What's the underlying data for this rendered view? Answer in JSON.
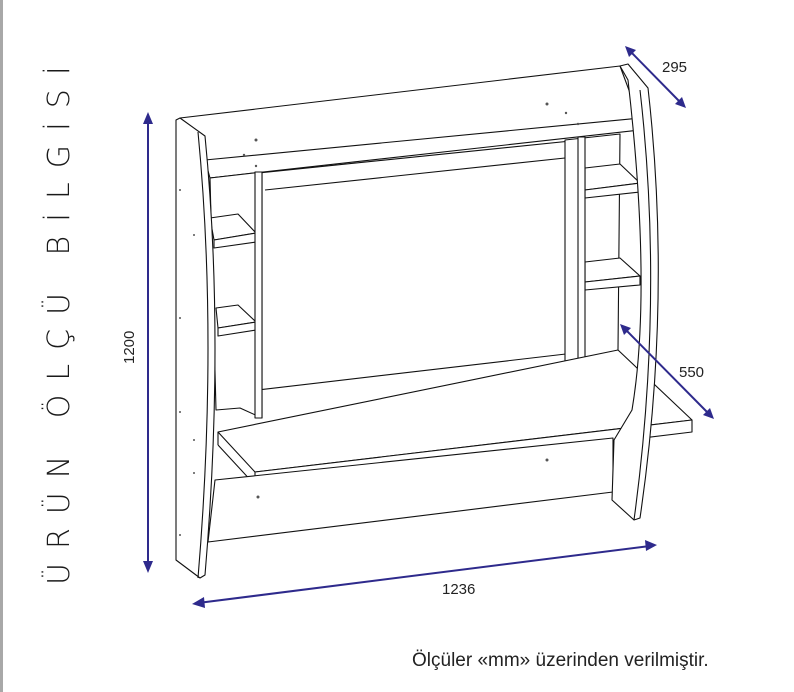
{
  "title": "ÜRÜN ÖLÇÜ BİLGİSİ",
  "dimensions": {
    "height": "1200",
    "width": "1236",
    "depth_top": "295",
    "depth_desk": "550"
  },
  "unit_note": "Ölçüler «mm» üzerinden verilmiştir.",
  "colors": {
    "arrow": "#2e2a8c",
    "line": "#111111",
    "border": "#a8a8a8"
  },
  "drawing": {
    "subject": "wall-mounted-desk-line-drawing"
  }
}
